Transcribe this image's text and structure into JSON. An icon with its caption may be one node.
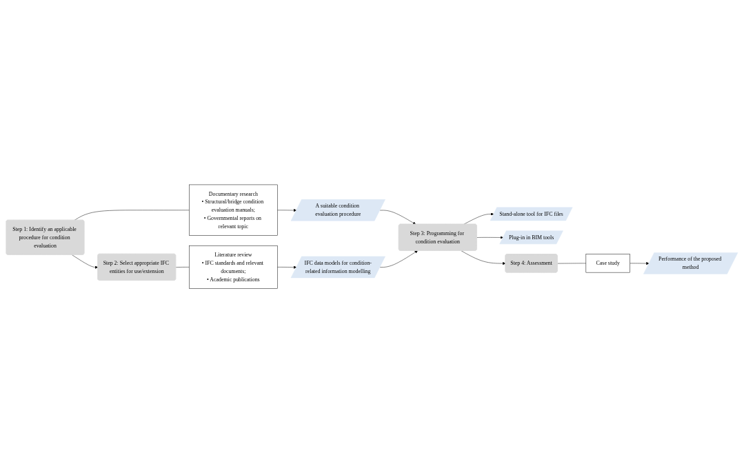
{
  "diagram": {
    "nodes": [
      {
        "text": [
          "Step 1: Identify an applicable procedure for condition evaluation"
        ]
      },
      {
        "text": [
          "Documentary research",
          "• Structural/bridge condition evaluation manuals;",
          "• Governmental reports on relevant topic"
        ]
      },
      {
        "text": [
          "A suitable condition evaluation procedure"
        ]
      },
      {
        "text": [
          "Step 2: Select appropriate IFC entities for use/extension"
        ]
      },
      {
        "text": [
          "Literature review",
          "• IFC standards and relevant documents;",
          "• Academic publications"
        ]
      },
      {
        "text": [
          "IFC data models for condition-related information modelling"
        ]
      },
      {
        "text": [
          "Step 3: Programming for condition evaluation"
        ]
      },
      {
        "text": [
          "Stand-alone tool for IFC files"
        ]
      },
      {
        "text": [
          "Plug-in in BIM tools"
        ]
      },
      {
        "text": [
          "Step 4: Assessment"
        ]
      },
      {
        "text": [
          "Case study"
        ]
      },
      {
        "text": [
          "Performance of the proposed method"
        ]
      }
    ],
    "edges": [
      {
        "from": 0,
        "to": 1,
        "arrow": "none"
      },
      {
        "from": 1,
        "to": 2,
        "arrow": "to"
      },
      {
        "from": 0,
        "to": 3,
        "arrow": "to"
      },
      {
        "from": 3,
        "to": 4,
        "arrow": "none"
      },
      {
        "from": 4,
        "to": 5,
        "arrow": "to"
      },
      {
        "from": 2,
        "to": 6,
        "arrow": "to"
      },
      {
        "from": 5,
        "to": 6,
        "arrow": "to"
      },
      {
        "from": 6,
        "to": 7,
        "arrow": "to"
      },
      {
        "from": 6,
        "to": 8,
        "arrow": "to"
      },
      {
        "from": 6,
        "to": 9,
        "arrow": "to"
      },
      {
        "from": 9,
        "to": 10,
        "arrow": "none"
      },
      {
        "from": 10,
        "to": 11,
        "arrow": "to"
      }
    ]
  }
}
